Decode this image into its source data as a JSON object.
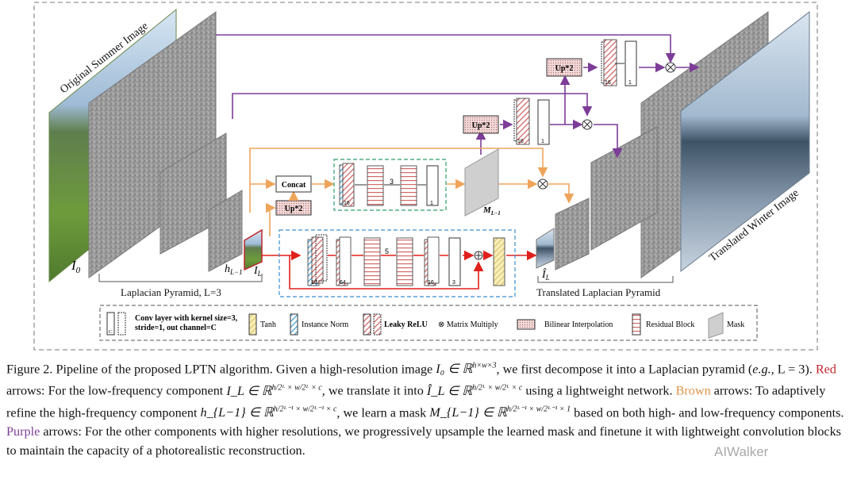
{
  "diagram": {
    "labels": {
      "original_image": "Original Summer Image",
      "translated_image": "Translated Winter Image",
      "laplacian_pyramid": "Laplacian Pyramid, L=3",
      "translated_pyramid": "Translated Laplacian Pyramid",
      "i0": "I",
      "i0_sub": "0",
      "h_label": "h",
      "h_sub": "L−1",
      "il_label": "I",
      "il_sub": "L",
      "il_hat_label": "Î",
      "il_hat_sub": "L",
      "mask_label": "M",
      "mask_sub": "L−1",
      "concat": "Concat",
      "up_main": "Up*2",
      "up_mid": "Up*2",
      "up_top": "Up*2",
      "res_count_top": "3",
      "res_count_bottom": "5",
      "ch_16_a": "16",
      "ch_1_a": "1",
      "ch_16_b": "16",
      "ch_64": "64",
      "ch_16_c": "16",
      "ch_3": "3",
      "ch_16_mid": "16",
      "ch_1_mid": "1",
      "ch_16_top": "16",
      "ch_1_top": "1"
    },
    "legend": {
      "c": "C",
      "conv": "Conv layer with kernel size=3,",
      "conv2": "stride=1, out channel=C",
      "tanh": "Tanh",
      "instance_norm": "Instance Norm",
      "leaky_relu": "Leaky ReLU",
      "matrix_multiply": "⊗ Matrix Multiply",
      "bilinear": "Bilinear Interpolation",
      "residual": "Residual Block",
      "mask": "Mask"
    },
    "colors": {
      "red": "#e0201c",
      "brown": "#eea55b",
      "purple": "#7d3c98",
      "green_dash": "#2e9e6a",
      "blue_dash": "#3a8fd0"
    }
  },
  "caption": {
    "p1": "Figure 2. Pipeline of the proposed LPTN algorithm. Given a high-resolution image ",
    "p2": ", we first decompose it into a Laplacian pyramid (",
    "eg": "e.g.",
    "p3": ", L = 3). ",
    "red": "Red",
    "p4": " arrows: For the low-frequency component ",
    "p5": ", we translate it into ",
    "p6": " using a lightweight network. ",
    "brown": "Brown",
    "p7": " arrows: To adaptively refine the high-frequency component ",
    "p8": ", we learn a mask ",
    "p9": " based on both high- and low-frequency components. ",
    "purple": "Purple",
    "p10": " arrows: For the other components with higher resolutions, we progressively upsample the learned mask and finetune it with lightweight convolution blocks to maintain the capacity of a photorealistic reconstruction.",
    "m1": "I₀ ∈ ℝ",
    "m1sup": "h×w×3",
    "m2": "I_L ∈ ℝ",
    "m2sup": "h/2ᴸ × w/2ᴸ × c",
    "m3": "Î_L ∈ ℝ",
    "m3sup": "h/2ᴸ × w/2ᴸ × c",
    "m4": "h_{L−1} ∈ ℝ",
    "m4sup": "h/2ᴸ⁻¹ × w/2ᴸ⁻¹ × c",
    "m5": "M_{L−1} ∈ ℝ",
    "m5sup": "h/2ᴸ⁻¹ × w/2ᴸ⁻¹ × 1"
  },
  "watermark": "AIWalker"
}
